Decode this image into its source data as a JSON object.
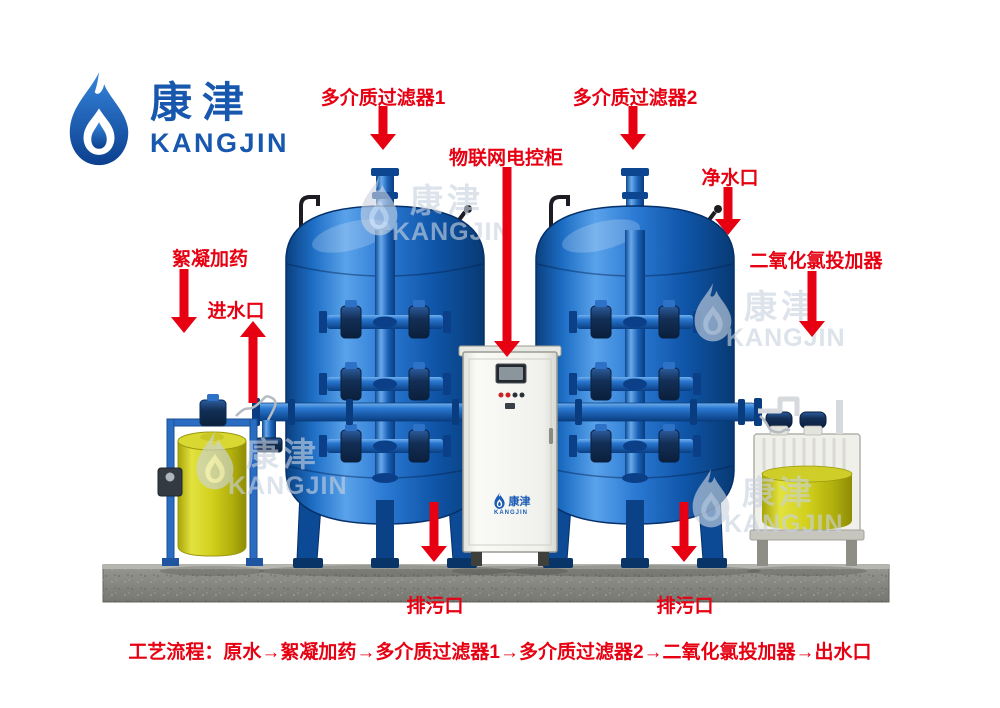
{
  "logo": {
    "cn": "康津",
    "en": "KANGJIN"
  },
  "watermark": {
    "cn": "康津",
    "en": "KANGJIN"
  },
  "labels": {
    "filter1": "多介质过滤器1",
    "filter2": "多介质过滤器2",
    "iot_cabinet": "物联网电控柜",
    "clean_water_outlet": "净水口",
    "flocculant_dosing": "絮凝加药",
    "water_inlet": "进水口",
    "chlorine_dioxide_feeder": "二氧化氯投加器",
    "drain_left": "排污口",
    "drain_right": "排污口"
  },
  "process_flow": "工艺流程：原水→絮凝加药→多介质过滤器1→多介质过滤器2→二氧化氯投加器→出水口",
  "colors": {
    "label_red": "#e60012",
    "logo_blue": "#1857ae",
    "tank_blue": "#2b7ad4",
    "dosing_yellow": "#d2d01c"
  }
}
